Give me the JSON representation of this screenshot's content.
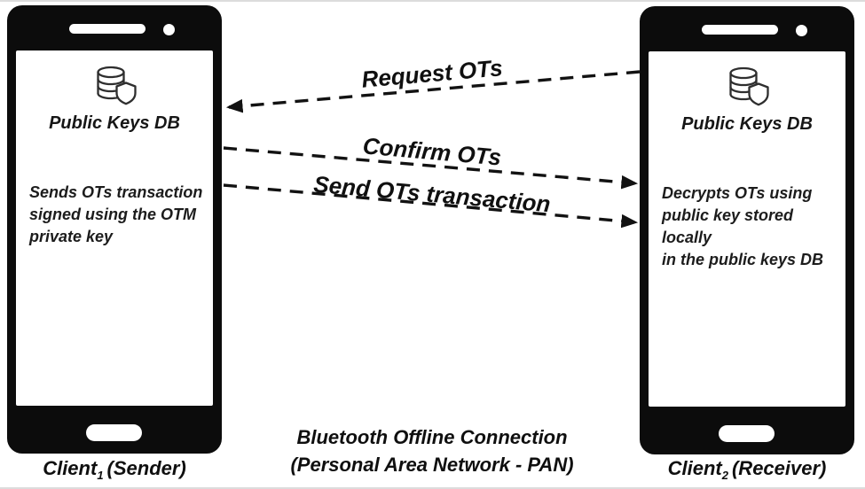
{
  "figure": {
    "background": "#ffffff",
    "ink": "#111111"
  },
  "phones": {
    "left": {
      "db_label": "Public Keys DB",
      "description": "Sends OTs transaction\nsigned using the OTM\nprivate key",
      "caption": {
        "base": "Client",
        "sub": "1",
        "role": "(Sender)"
      }
    },
    "right": {
      "db_label": "Public Keys DB",
      "description": "Decrypts OTs using\npublic key stored locally\nin the public keys DB",
      "caption": {
        "base": "Client",
        "sub": "2",
        "role": "(Receiver)"
      }
    }
  },
  "messages": [
    {
      "label": "Request OTs",
      "direction": "client2-to-client1"
    },
    {
      "label": "Confirm OTs",
      "direction": "client1-to-client2"
    },
    {
      "label": "Send OTs transaction",
      "direction": "client1-to-client2"
    }
  ],
  "connection": {
    "line1": "Bluetooth Offline Connection",
    "line2": "(Personal Area Network - PAN)"
  }
}
